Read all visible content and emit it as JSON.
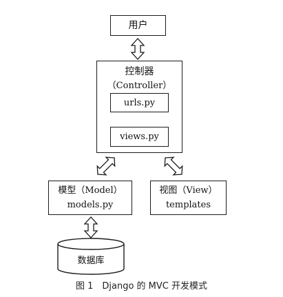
{
  "nodes": {
    "user": "用户",
    "controller": {
      "title": "控制器",
      "subtitle": "（Controller）",
      "urls": "urls.py",
      "views": "views.py"
    },
    "model": {
      "title": "模型（Model）",
      "file": "models.py"
    },
    "view": {
      "title": "视图（View）",
      "file": "templates"
    },
    "database": "数据库"
  },
  "caption": "图 1　Django 的 MVC 开发模式"
}
